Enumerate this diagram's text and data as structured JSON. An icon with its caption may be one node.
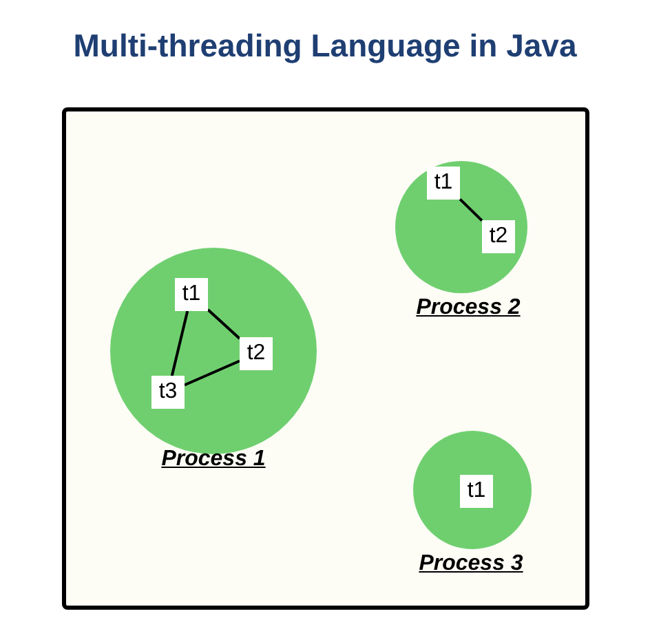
{
  "diagram": {
    "title": "Multi-threading Language in Java",
    "nodes": [
      {
        "text": [],
        "shape": "box"
      },
      {
        "text": [],
        "shape": "circle",
        "in": 0,
        "beside": [
          "Process 1"
        ]
      },
      {
        "text": [
          "t1"
        ],
        "in": 1
      },
      {
        "text": [
          "t2"
        ],
        "in": 1
      },
      {
        "text": [
          "t3"
        ],
        "in": 1
      },
      {
        "text": [],
        "shape": "circle",
        "in": 0,
        "beside": [
          "Process 2"
        ]
      },
      {
        "text": [
          "t1"
        ],
        "in": 5
      },
      {
        "text": [
          "t2"
        ],
        "in": 5
      },
      {
        "text": [],
        "shape": "circle",
        "in": 0,
        "beside": [
          "Process 3"
        ]
      },
      {
        "text": [
          "t1"
        ],
        "in": 8
      }
    ],
    "edges": [
      {
        "from": 2,
        "to": 3,
        "arrow": "none"
      },
      {
        "from": 3,
        "to": 4,
        "arrow": "none"
      },
      {
        "from": 4,
        "to": 2,
        "arrow": "none"
      },
      {
        "from": 6,
        "to": 7,
        "arrow": "none"
      }
    ]
  }
}
